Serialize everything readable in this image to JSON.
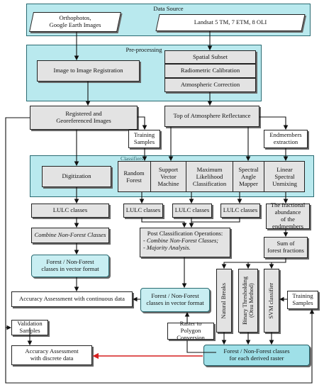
{
  "data_source": {
    "title": "Data Source",
    "inputs": [
      "Orthophotos,\nGoogle Earth Images",
      "Landsat 5 TM, 7 ETM, 8 OLI"
    ]
  },
  "preprocessing": {
    "title": "Pre-processing",
    "registration": "Image to Image Registration",
    "steps": [
      "Spatial Subset",
      "Radiometric Calibration",
      "Atmospheric Correction"
    ]
  },
  "registered": "Registered and\nGeoreferenced Images",
  "toa": "Top of Atmosphere Reflectance",
  "training_samples_top": "Training\nSamples",
  "endmembers": "Endmembers\nextraction",
  "classifiers": {
    "title": "Classifiers",
    "digitization": "Digitization",
    "methods": [
      "Random\nForest",
      "Support\nVector\nMachine",
      "Maximum\nLikelihood\nClassification",
      "Spectral\nAngle\nMapper",
      "Linear\nSpectral\nUnmixing"
    ]
  },
  "lulc_label": "LULC classes",
  "combine": "Combine  Non-Forest Classes",
  "forest_vector_left": "Forest / Non-Forest\nclasses in vector format",
  "accuracy_continuous": "Accuracy Assessment with continuous data",
  "forest_vector_mid": "Forest / Non-Forest\nclasses in vector format",
  "post": {
    "title": "Post Classification Operations:",
    "items": [
      "- Combine  Non-Forest Classes;",
      "- Majority Analysis."
    ]
  },
  "fractional": "The fractional\nabundance\nof the endmembers",
  "sum_fractions": "Sum of\nforest fractions",
  "thresholds": [
    "Natural Breaks",
    "Binary Thresholding\n(Otsu Method)",
    "SVM classifier"
  ],
  "training_samples_right": "Training\nSamples",
  "validation": "Validation\nSamples",
  "raster_polygon": "Raster to Polygon\nConversion",
  "accuracy_discrete": "Accuracy Assessment\nwith discrete data",
  "forest_raster": "Forest / Non-Forest classes\nfor each derived raster"
}
